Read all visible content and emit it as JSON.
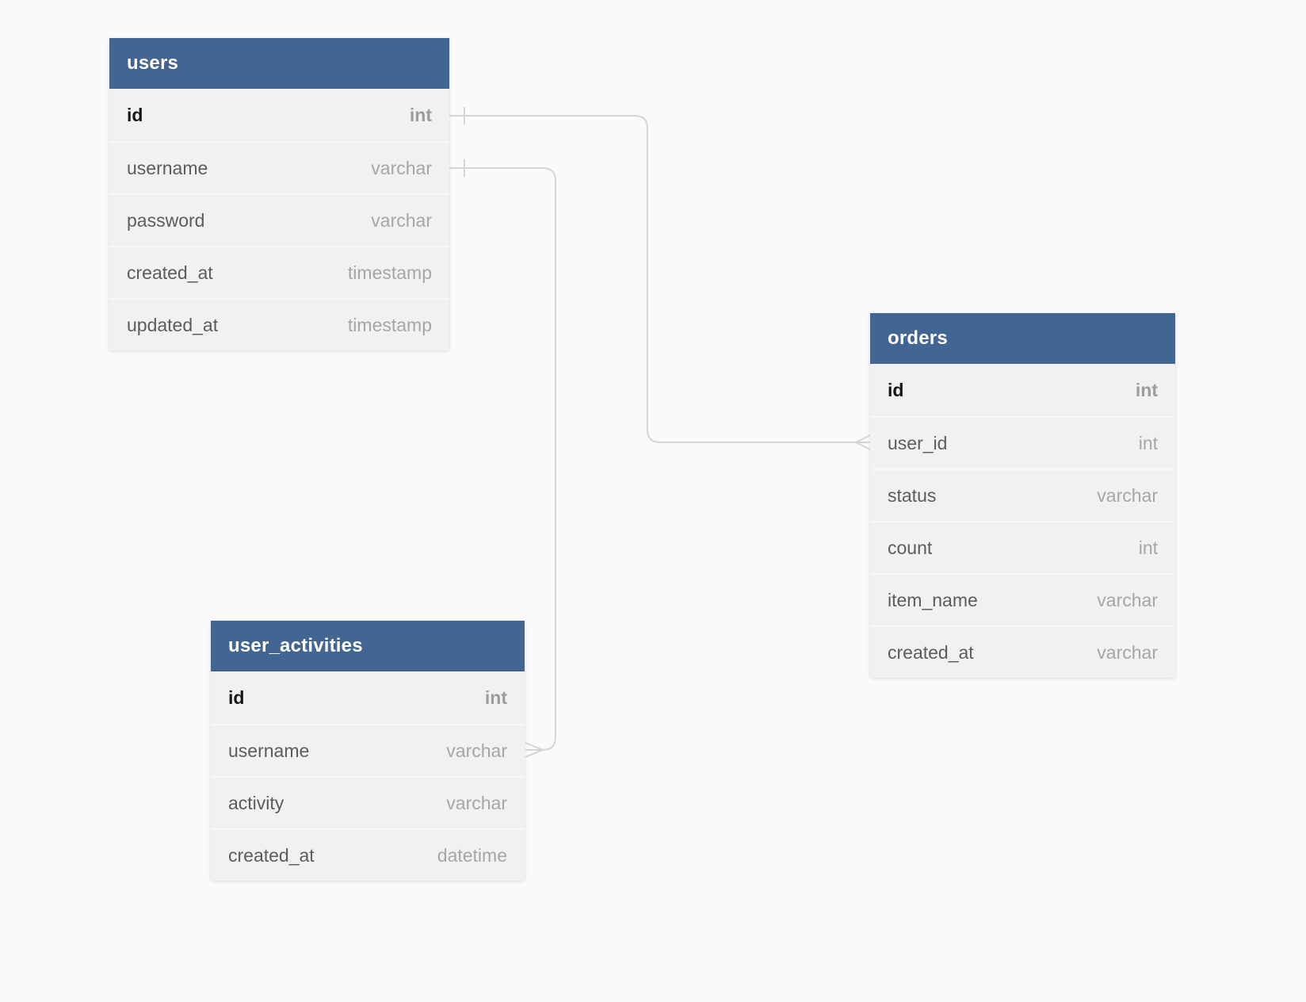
{
  "diagram": {
    "colors": {
      "table_header": "#406691",
      "table_header_text": "#ffffff",
      "row_background": "#f1f1f1",
      "field_name_text": "#5c5c5c",
      "field_type_text": "#a6a6a6",
      "relationship_line": "#d5d5d5",
      "canvas_background": "#fafafa"
    },
    "tables": [
      {
        "title": "users",
        "fields": [
          {
            "name": "id",
            "type": "int",
            "pk": true
          },
          {
            "name": "username",
            "type": "varchar",
            "pk": false
          },
          {
            "name": "password",
            "type": "varchar",
            "pk": false
          },
          {
            "name": "created_at",
            "type": "timestamp",
            "pk": false
          },
          {
            "name": "updated_at",
            "type": "timestamp",
            "pk": false
          }
        ]
      },
      {
        "title": "user_activities",
        "fields": [
          {
            "name": "id",
            "type": "int",
            "pk": true
          },
          {
            "name": "username",
            "type": "varchar",
            "pk": false
          },
          {
            "name": "activity",
            "type": "varchar",
            "pk": false
          },
          {
            "name": "created_at",
            "type": "datetime",
            "pk": false
          }
        ]
      },
      {
        "title": "orders",
        "fields": [
          {
            "name": "id",
            "type": "int",
            "pk": true
          },
          {
            "name": "user_id",
            "type": "int",
            "pk": false
          },
          {
            "name": "status",
            "type": "varchar",
            "pk": false
          },
          {
            "name": "count",
            "type": "int",
            "pk": false
          },
          {
            "name": "item_name",
            "type": "varchar",
            "pk": false
          },
          {
            "name": "created_at",
            "type": "varchar",
            "pk": false
          }
        ]
      }
    ],
    "relationships": [
      {
        "from_table": "users",
        "from_field": "id",
        "to_table": "orders",
        "to_field": "user_id",
        "from_cardinality": "one",
        "to_cardinality": "many"
      },
      {
        "from_table": "users",
        "from_field": "username",
        "to_table": "user_activities",
        "to_field": "username",
        "from_cardinality": "one",
        "to_cardinality": "many"
      }
    ]
  }
}
